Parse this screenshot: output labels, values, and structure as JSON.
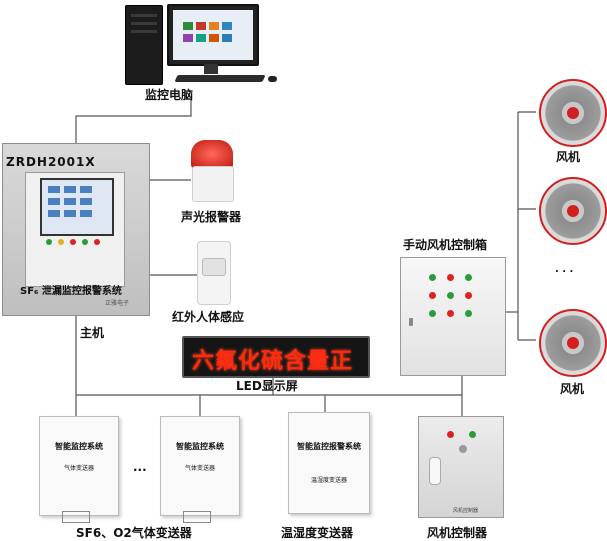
{
  "labels": {
    "monitor_pc": "监控电脑",
    "host": "主机",
    "host_model": "ZRDH2001X",
    "host_system": "SF₆ 泄漏监控报警系统",
    "host_brand": "正雅电子",
    "alarm": "声光报警器",
    "pir": "红外人体感应",
    "led_screen": "LED显示屏",
    "led_text": "六氟化硫含量正",
    "manual_fan_box": "手动风机控制箱",
    "fan_top": "风机",
    "fan_bottom": "风机",
    "fan_ellipsis": ". . .",
    "xmit_group": "SF6、O2气体变送器",
    "xmit_ellipsis": "...",
    "humidity": "温湿度变送器",
    "fan_controller": "风机控制器"
  },
  "transmitters": {
    "gas1_title": "智能监控系统",
    "gas1_sub": "气体变送器",
    "gas2_title": "智能监控系统",
    "gas2_sub": "气体变送器",
    "hum_title": "智能监控报警系统",
    "hum_sub": "温湿度变送器",
    "fanctl_name": "风机控制器"
  },
  "colors": {
    "wire": "#555555",
    "led_text": "#ff2a10",
    "alarm_red": "#d31f1f",
    "fan_ring": "#d31f1f"
  }
}
